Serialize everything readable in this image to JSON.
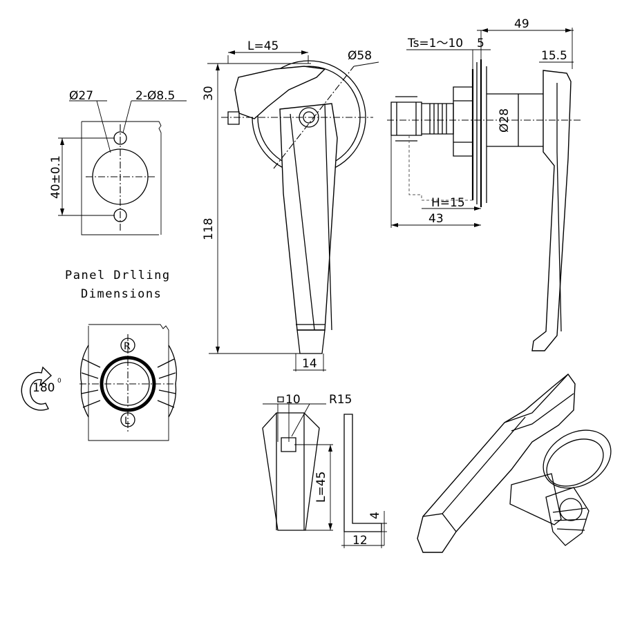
{
  "drilling": {
    "dia_hole": "Ø27",
    "dia_bolts": "2-Ø8.5",
    "spacing": "40±0.1",
    "caption_line1": "Panel Drlling",
    "caption_line2": "Dimensions"
  },
  "rotation": {
    "angle": "180",
    "degree_mark": "0",
    "letter_r": "R",
    "letter_l": "L"
  },
  "front_view": {
    "lever_length": "L=45",
    "diameter": "Ø58",
    "height_top": "30",
    "height_total": "118",
    "width_bottom": "14"
  },
  "side_view": {
    "total_length": "49",
    "thickness": "Ts=1～10",
    "offset": "5",
    "tip": "15.5",
    "body_dia": "Ø28",
    "h_dim": "H=15",
    "depth": "43"
  },
  "cam": {
    "square": "10",
    "radius": "R15",
    "length": "L=45",
    "thickness": "4",
    "width": "12"
  }
}
